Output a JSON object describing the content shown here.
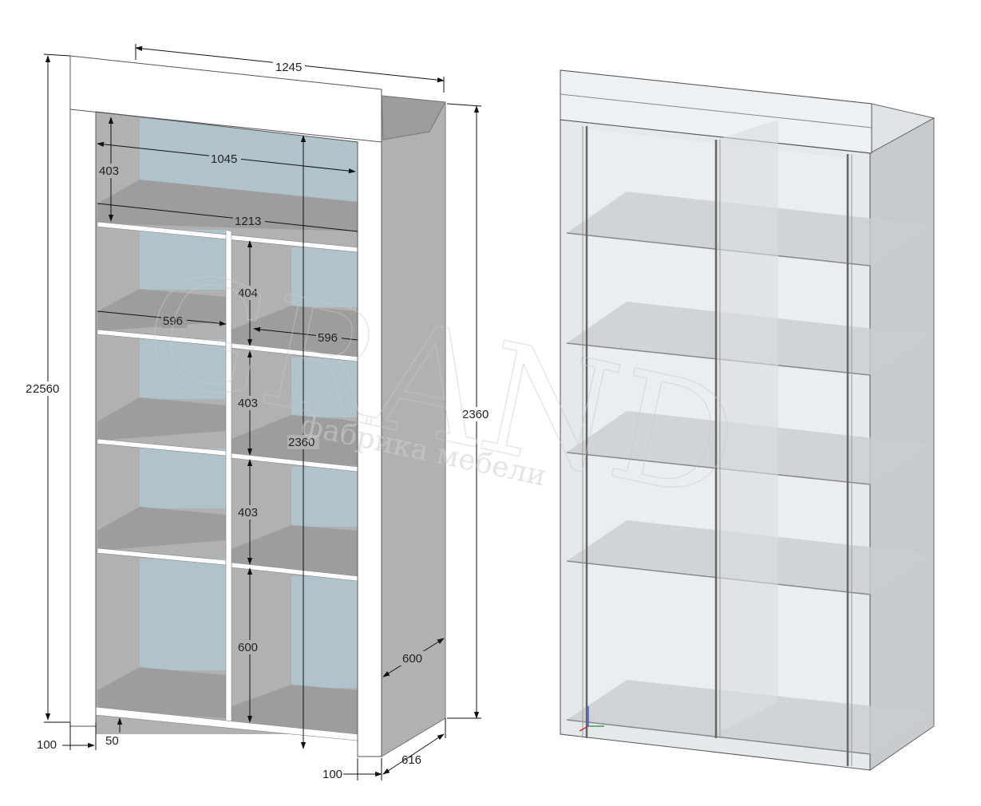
{
  "dimensions": {
    "overall_width": "1245",
    "overall_height": "2560",
    "overall_height_partial": "2",
    "inner_height_side": "2360",
    "inner_height_center": "2360",
    "inner_width_top": "1045",
    "shelf_width_top": "1213",
    "top_section_height": "403",
    "left_shelf_width": "596",
    "right_shelf_width": "596",
    "compartment_1": "404",
    "compartment_2": "403",
    "compartment_3": "403",
    "compartment_4": "600",
    "side_depth": "600",
    "plinth_height": "50",
    "left_frame": "100",
    "right_frame": "100",
    "total_depth": "616"
  },
  "watermark": {
    "brand": "GRAND",
    "subtitle": "фабрика мебели"
  },
  "colors": {
    "back_panel": "#b0c3cc",
    "side_panel": "#b1b1b1",
    "shelf": "#9d9d9d",
    "frame": "#ffffff",
    "glass": "#e4e9ec"
  }
}
